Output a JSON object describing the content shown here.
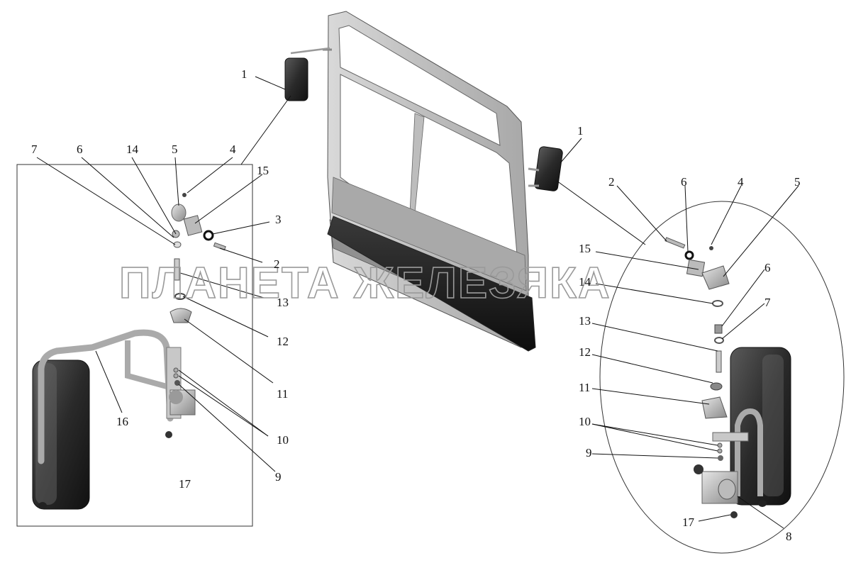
{
  "watermark": "ПЛАНЕТА ЖЕЛЕЗЯКА",
  "labels": {
    "l1": "1",
    "l7": "7",
    "l6": "6",
    "l14": "14",
    "l5": "5",
    "l4": "4",
    "l15": "15",
    "l3": "3",
    "l2": "2",
    "l13": "13",
    "l12": "12",
    "l11": "11",
    "l16": "16",
    "l10": "10",
    "l9": "9",
    "l17": "17",
    "r1": "1",
    "r2": "2",
    "r6": "6",
    "r4": "4",
    "r5": "5",
    "r15": "15",
    "r14": "14",
    "r6b": "6",
    "r7": "7",
    "r13": "13",
    "r12": "12",
    "r11": "11",
    "r10": "10",
    "r9": "9",
    "r17": "17",
    "r8": "8"
  }
}
